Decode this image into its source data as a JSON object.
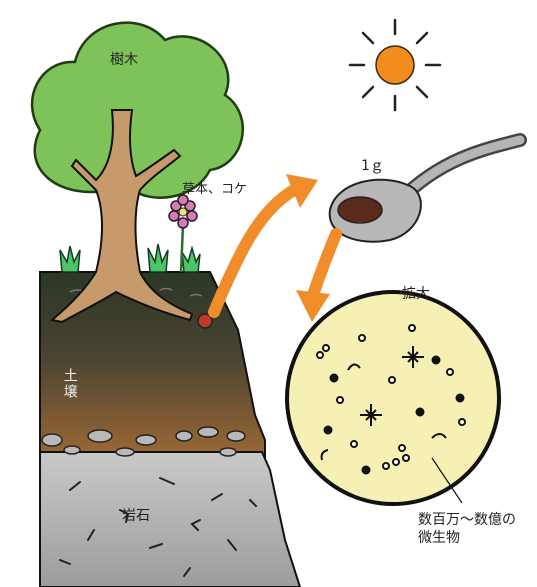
{
  "labels": {
    "tree": "樹木",
    "herbs_moss": "草本、コケ",
    "soil": "土壌",
    "rock": "岩石",
    "one_gram": "1ｇ",
    "magnify": "拡大",
    "microbes_line1": "数百万～数億の",
    "microbes_line2": "微生物"
  },
  "colors": {
    "foliage": "#7dc35a",
    "foliage_edge": "#1e3d12",
    "trunk": "#c79a6b",
    "topsoil": "#2f3a27",
    "subsoil": "#9a6a3a",
    "rock": "#a6a6a6",
    "sun": "#f28c1e",
    "arrow": "#f08c2a",
    "magnified_circle": "#f7f0b4",
    "grass": "#4cc46a"
  },
  "icons": [
    "sun-icon",
    "spoon-icon",
    "flower-icon",
    "soil-sample-icon"
  ]
}
